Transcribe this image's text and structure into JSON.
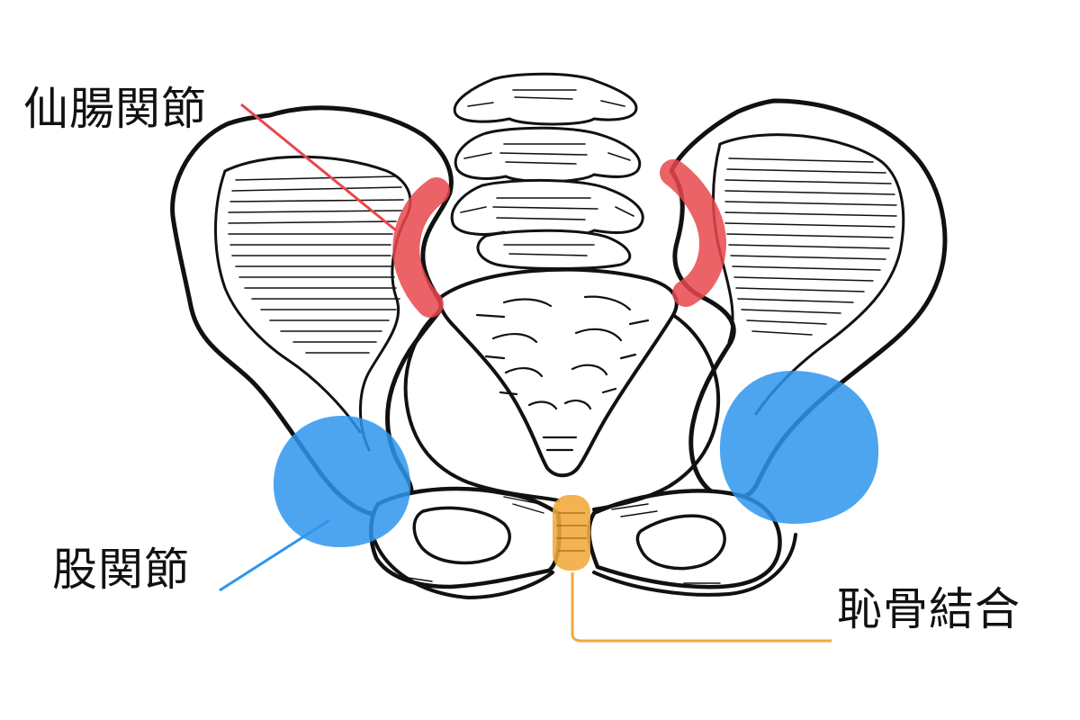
{
  "labels": {
    "sacroiliac_joint": "仙腸関節",
    "hip_joint": "股関節",
    "pubic_symphysis": "恥骨結合"
  },
  "colors": {
    "sacroiliac": "#e8474c",
    "hip": "#2f95ec",
    "pubic": "#f2a83a",
    "bone_outline": "#111111",
    "bone_fill": "#ffffff"
  }
}
